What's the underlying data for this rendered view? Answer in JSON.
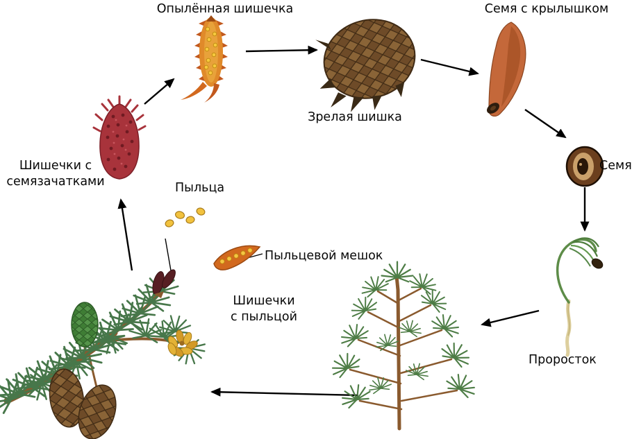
{
  "labels": {
    "pollinated_cone": "Опылённая шишечка",
    "mature_cone": "Зрелая шишка",
    "seed_with_wing": "Семя с крылышком",
    "seed": "Семя",
    "ovule_cones": "Шишечки с\nсемязачатками",
    "pollen": "Пыльца",
    "pollen_sac": "Пыльцевой мешок",
    "pollen_cones": "Шишечки\nс пыльцой",
    "seedling": "Проросток"
  },
  "colors": {
    "arrow": "#000000",
    "cone_brown": "#6e4b28",
    "cone_scale_light": "#8a6437",
    "ovule_cone_red": "#a8333b",
    "pollinated_cone_orange": "#e08a2a",
    "pollen_yellow": "#f7c83d",
    "needle_green": "#4e7d46",
    "branch_brown": "#8a5a2e",
    "young_cone_green": "#3f7d35",
    "seed_wing_orange": "#c4683a",
    "root_pale": "#ddcf9e"
  }
}
